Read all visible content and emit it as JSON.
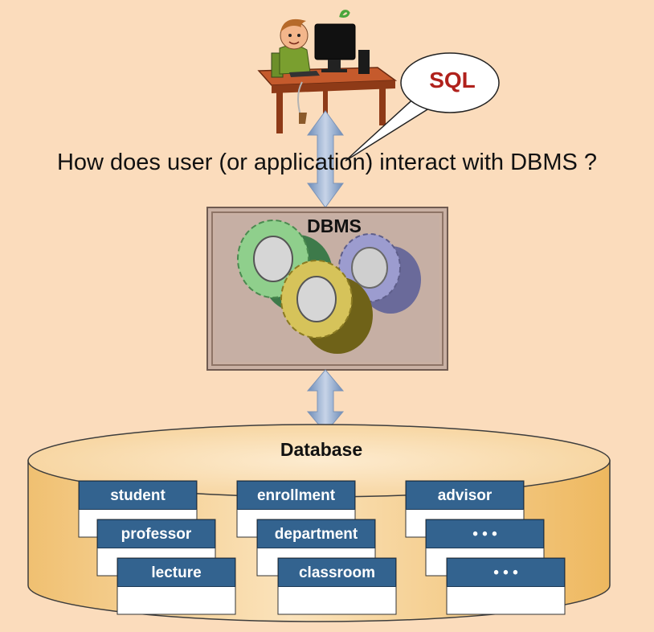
{
  "bubble_text": "SQL",
  "question": "How does user (or application) interact with DBMS ?",
  "dbms_label": "DBMS",
  "database_label": "Database",
  "tables": [
    {
      "label": "student"
    },
    {
      "label": "professor"
    },
    {
      "label": "lecture"
    },
    {
      "label": "enrollment"
    },
    {
      "label": "department"
    },
    {
      "label": "classroom"
    },
    {
      "label": "advisor"
    },
    {
      "label": "• • •"
    },
    {
      "label": "• • •"
    }
  ],
  "colors": {
    "background": "#fbdcbc",
    "table_header": "#33638f",
    "sql_text": "#b0211c",
    "arrow": "#8aa4c8",
    "cylinder": "#f4c77a"
  }
}
